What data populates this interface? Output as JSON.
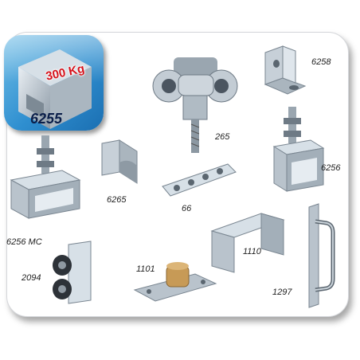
{
  "hero": {
    "code": "6255",
    "load": "300 Kg"
  },
  "labels": {
    "6258": "6258",
    "265": "265",
    "6256": "6256",
    "6265": "6265",
    "66": "66",
    "6256mc": "6256 MC",
    "2094": "2094",
    "1101": "1101",
    "1110": "1110",
    "1297": "1297"
  },
  "colors": {
    "hero_blue": "#2f8fd0",
    "load_red": "#d6121b",
    "metal": "#b9c3cc"
  }
}
